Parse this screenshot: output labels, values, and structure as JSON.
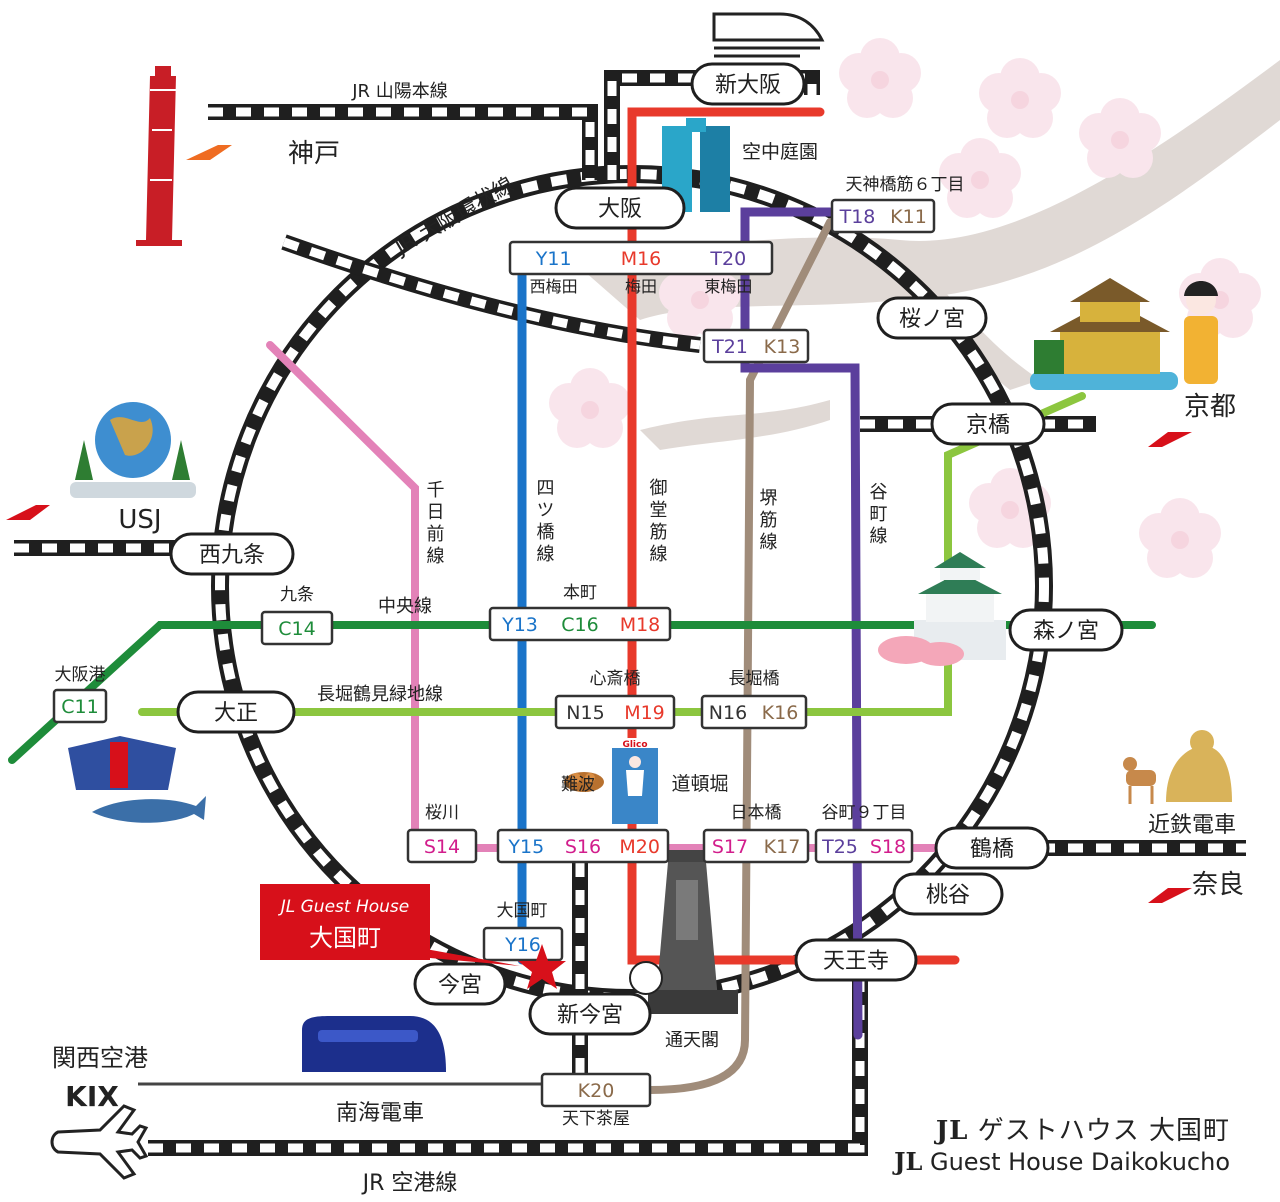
{
  "colors": {
    "jr": "#1f1f1f",
    "yotsubashi": "#1a74c9",
    "midosuji": "#e8392b",
    "tanimachi": "#5b3f9c",
    "sakaisuji": "#a08c7a",
    "sennichimae": "#e382b8",
    "chuo": "#1e8c3a",
    "nagahori": "#8cc63f",
    "accent": "#d7101a",
    "arrow_orange": "#ef6c22"
  },
  "lines": {
    "jr_sanyo": "JR 山陽本線",
    "jr_loop": "JR 大阪環状線",
    "jr_airport": "JR 空港線",
    "nankai": "南海電車",
    "kintetsu": "近鉄電車",
    "yotsubashi": "四ツ橋線",
    "midosuji": "御堂筋線",
    "sakaisuji": "堺筋線",
    "tanimachi": "谷町線",
    "sennichimae": "千日前線",
    "chuo": "中央線",
    "nagahori": "長堀鶴見緑地線"
  },
  "stations": {
    "shin_osaka": "新大阪",
    "osaka": "大阪",
    "sakuranomiya": "桜ノ宮",
    "kyobashi": "京橋",
    "morinomiya": "森ノ宮",
    "tsuruhashi": "鶴橋",
    "momodani": "桃谷",
    "tennoji": "天王寺",
    "shin_imamiya": "新今宮",
    "imamiya": "今宮",
    "taisho": "大正",
    "nishikujo": "西九条"
  },
  "hubs": {
    "umeda": {
      "codes": [
        "Y11",
        "M16",
        "T20"
      ],
      "names": [
        "西梅田",
        "梅田",
        "東梅田"
      ]
    },
    "tenjinbashi": {
      "name": "天神橋筋６丁目",
      "codes": [
        "T18",
        "K11"
      ]
    },
    "t21k13": {
      "codes": [
        "T21",
        "K13"
      ]
    },
    "kujo": {
      "name": "九条",
      "code": "C14"
    },
    "osakako": {
      "name": "大阪港",
      "code": "C11"
    },
    "honmachi": {
      "name": "本町",
      "codes": [
        "Y13",
        "C16",
        "M18"
      ]
    },
    "shinsaibashi": {
      "name": "心斎橋",
      "codes": [
        "N15",
        "M19"
      ]
    },
    "nagahoribashi": {
      "name": "長堀橋",
      "codes": [
        "N16",
        "K16"
      ]
    },
    "sakuragawa": {
      "name": "桜川",
      "code": "S14"
    },
    "namba": {
      "name": "難波",
      "codes": [
        "Y15",
        "S16",
        "M20"
      ]
    },
    "nipponbashi": {
      "name": "日本橋",
      "codes": [
        "S17",
        "K17"
      ]
    },
    "tanimachi9": {
      "name": "谷町９丁目",
      "codes": [
        "T25",
        "S18"
      ]
    },
    "daikokucho": {
      "name": "大国町",
      "code": "Y16"
    },
    "tengachaya": {
      "name": "天下茶屋",
      "code": "K20"
    }
  },
  "places": {
    "kobe": "神戸",
    "usj": "USJ",
    "kyoto": "京都",
    "nara": "奈良",
    "kansai_airport": "関西空港",
    "kix": "KIX",
    "sky_garden": "空中庭園",
    "dotonbori": "道頓堀",
    "tsutenkaku": "通天閣",
    "glico": "Glico"
  },
  "guesthouse": {
    "line1": "JL Guest House",
    "line2": "大国町"
  },
  "footer": {
    "brand": "JL",
    "jp": "ゲストハウス 大国町",
    "en": "Guest House Daikokucho"
  }
}
